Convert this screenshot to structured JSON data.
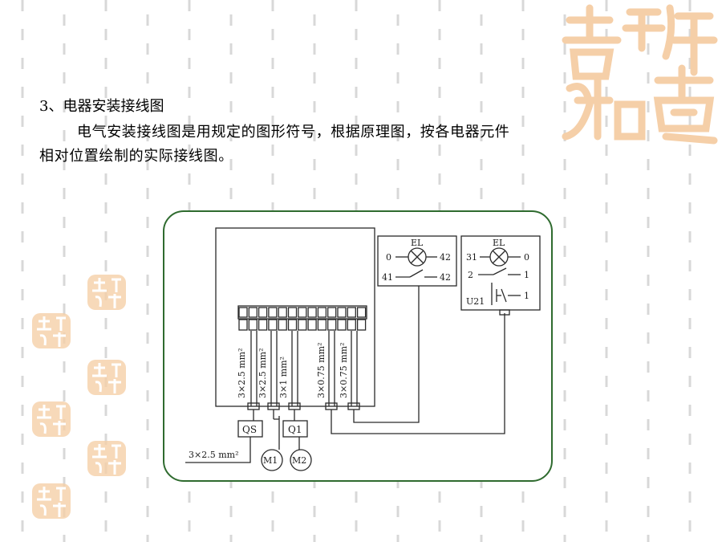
{
  "slide": {
    "heading": "3、电器安装接线图",
    "paragraph_line1": "电气安装接线图是用规定的图形符号，根据原理图，按各电器元件",
    "paragraph_line2": "相对位置绘制的实际接线图。"
  },
  "decoration": {
    "seal_text": "吉祥如意",
    "seal_color": "#f5cfa8",
    "pattern_color": "#d8d8d8"
  },
  "figure": {
    "border_color": "#2f6b2f",
    "line_color": "#2a2a2a",
    "cable_labels": [
      "3×2.5 mm²",
      "3×2.5 mm²",
      "3×1 mm²",
      "3×0.75 mm²",
      "3×0.75 mm²"
    ],
    "qs_label": "QS",
    "q1_label": "Q1",
    "bottom_cable_label": "3×2.5 mm²",
    "motor_labels": [
      "M1",
      "M2"
    ],
    "lamp1": {
      "label": "EL",
      "left_term": "0",
      "right_term": "42",
      "row2_left": "41",
      "row2_right": "42"
    },
    "lamp2": {
      "label": "EL",
      "top_left": "31",
      "top_right": "0",
      "mid_left": "2",
      "mid_right": "1",
      "bottom_left": "U21",
      "bottom_right": "1"
    }
  }
}
